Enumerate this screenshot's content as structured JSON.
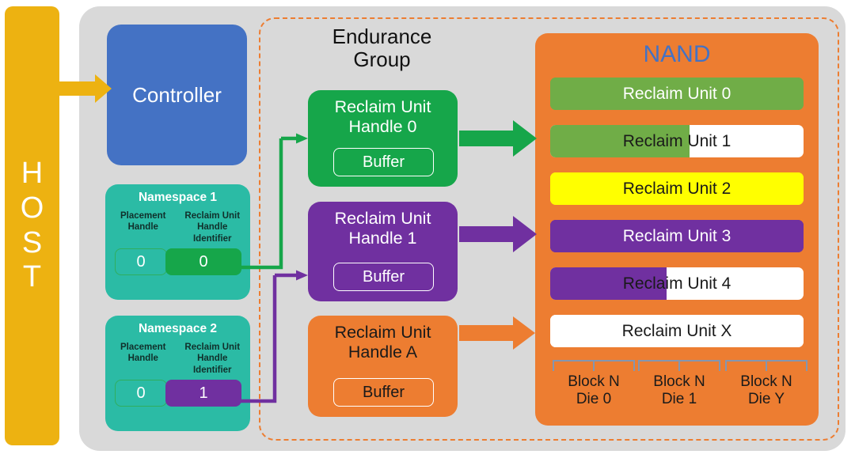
{
  "colors": {
    "host": "#edb211",
    "ssd_panel": "#d9d9d9",
    "controller": "#4472c4",
    "namespace": "#2bbba5",
    "green": "#16a64a",
    "nand_green": "#70ad47",
    "purple": "#7030a0",
    "orange": "#ed7d31",
    "yellow": "#ffff00",
    "white": "#ffffff",
    "bracket": "#8496b0"
  },
  "host": {
    "label": "HOST",
    "letters": [
      "H",
      "O",
      "S",
      "T"
    ]
  },
  "controller": {
    "label": "Controller"
  },
  "namespaces": [
    {
      "title": "Namespace 1",
      "placement_handle_header": "Placement\nHandle",
      "reclaim_unit_handle_identifier_header": "Reclaim Unit\nHandle Identifier",
      "placement_handle_value": "0",
      "reclaim_unit_handle_identifier_value": "0",
      "ruhid_color": "green"
    },
    {
      "title": "Namespace 2",
      "placement_handle_header": "Placement\nHandle",
      "reclaim_unit_handle_identifier_header": "Reclaim Unit\nHandle Identifier",
      "placement_handle_value": "0",
      "reclaim_unit_handle_identifier_value": "1",
      "ruhid_color": "purple"
    }
  ],
  "endurance_group": {
    "title": "Endurance Group",
    "title_line1": "Endurance",
    "title_line2": "Group"
  },
  "reclaim_unit_handles": [
    {
      "title": "Reclaim Unit Handle 0",
      "line1": "Reclaim Unit",
      "line2": "Handle 0",
      "buffer_label": "Buffer",
      "color": "green"
    },
    {
      "title": "Reclaim Unit Handle 1",
      "line1": "Reclaim Unit",
      "line2": "Handle 1",
      "buffer_label": "Buffer",
      "color": "purple"
    },
    {
      "title": "Reclaim Unit Handle A",
      "line1": "Reclaim Unit",
      "line2": "Handle A",
      "buffer_label": "Buffer",
      "color": "orange"
    }
  ],
  "nand": {
    "title": "NAND",
    "reclaim_units": [
      {
        "label": "Reclaim Unit 0",
        "fill_color": "#70ad47",
        "fill_percent": 100,
        "base_color": "#70ad47",
        "text_color": "#ffffff"
      },
      {
        "label": "Reclaim Unit 1",
        "fill_color": "#70ad47",
        "fill_percent": 55,
        "base_color": "#ffffff",
        "text_color": "#1a1a1a"
      },
      {
        "label": "Reclaim Unit 2",
        "fill_color": "#ffff00",
        "fill_percent": 100,
        "base_color": "#ffff00",
        "text_color": "#1a1a1a"
      },
      {
        "label": "Reclaim Unit 3",
        "fill_color": "#7030a0",
        "fill_percent": 100,
        "base_color": "#7030a0",
        "text_color": "#ffffff"
      },
      {
        "label": "Reclaim Unit 4",
        "fill_color": "#7030a0",
        "fill_percent": 46,
        "base_color": "#ffffff",
        "text_color": "#1a1a1a"
      },
      {
        "label": "Reclaim Unit X",
        "fill_color": "#ffffff",
        "fill_percent": 100,
        "base_color": "#ffffff",
        "text_color": "#1a1a1a"
      }
    ],
    "dies": [
      {
        "line1": "Block N",
        "line2": "Die 0"
      },
      {
        "line1": "Block N",
        "line2": "Die 1"
      },
      {
        "line1": "Block N",
        "line2": "Die Y"
      }
    ]
  },
  "connectors": [
    {
      "name": "host-to-controller",
      "color": "#edb211"
    },
    {
      "name": "namespace1-to-ruh0",
      "color": "#16a64a"
    },
    {
      "name": "namespace2-to-ruh1",
      "color": "#7030a0"
    },
    {
      "name": "ruh0-to-nand",
      "color": "#16a64a"
    },
    {
      "name": "ruh1-to-nand",
      "color": "#7030a0"
    },
    {
      "name": "ruha-to-nand",
      "color": "#ed7d31"
    }
  ]
}
